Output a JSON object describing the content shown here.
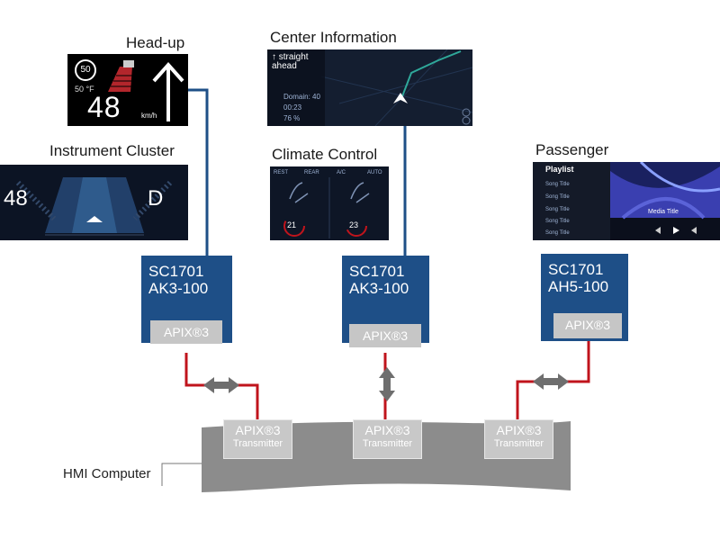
{
  "titles": {
    "headup": "Head-up",
    "center": "Center Information",
    "cluster": "Instrument Cluster",
    "climate": "Climate Control",
    "passenger": "Passenger"
  },
  "headup_screen": {
    "speed_limit": "50",
    "temp": "50 °F",
    "speed": "48",
    "unit": "km/h"
  },
  "center_screen": {
    "direction": "straight ahead",
    "lines": [
      "Domain: 40",
      "00:23",
      "76 %"
    ]
  },
  "cluster_screen": {
    "speed": "48",
    "gear": "D"
  },
  "climate_screen": {
    "top_labels": [
      "REST",
      "REAR",
      "A/C",
      "AUTO"
    ],
    "left_temp": "21",
    "right_temp": "23"
  },
  "passenger_screen": {
    "header": "Playlist",
    "songs": [
      "Song Title",
      "Song Title",
      "Song Title",
      "Song Title",
      "Song Title"
    ],
    "media_title": "Media Title"
  },
  "chips": [
    {
      "line1": "SC1701",
      "line2": "AK3-100",
      "apix": "APIX®3"
    },
    {
      "line1": "SC1701",
      "line2": "AK3-100",
      "apix": "APIX®3"
    },
    {
      "line1": "SC1701",
      "line2": "AH5-100",
      "apix": "APIX®3"
    }
  ],
  "transmitters": [
    {
      "line1": "APIX®3",
      "line2": "Transmitter"
    },
    {
      "line1": "APIX®3",
      "line2": "Transmitter"
    },
    {
      "line1": "APIX®3",
      "line2": "Transmitter"
    }
  ],
  "hmi_label": "HMI Computer",
  "colors": {
    "chip_blue": "#1e4f87",
    "link_red": "#c0141c",
    "bus_grey": "#8c8c8c",
    "arrow_grey": "#6e6e6e"
  }
}
